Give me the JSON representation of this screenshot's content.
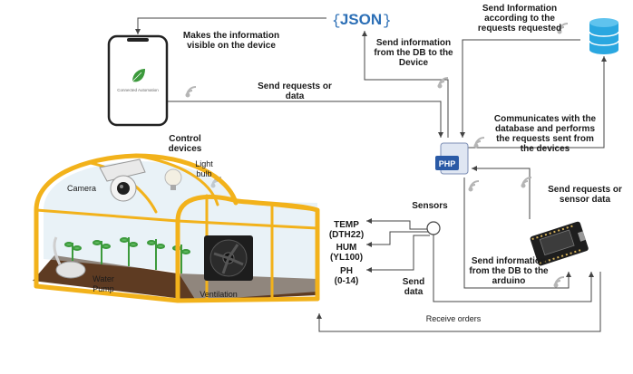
{
  "json_tag": "JSON",
  "phone": {
    "app_name": "Connected Automation"
  },
  "php_label": "PHP",
  "labels": {
    "makes_visible": "Makes the information\nvisible on the device",
    "send_db_device": "Send information\nfrom the DB to the\nDevice",
    "send_according": "Send Information\naccording to the\nrequests requested",
    "send_requests_data": "Send requests or\ndata",
    "communicates": "Communicates with the\ndatabase and performs\nthe requests sent from\nthe devices",
    "control_devices": "Control\ndevices",
    "light_bulb": "Light\nbulb",
    "camera": "Camera",
    "sensors": "Sensors",
    "send_requests_sensor": "Send requests or\nsensor data",
    "temp": "TEMP\n(DTH22)",
    "hum": "HUM\n(YL100)",
    "ph": "PH\n(0-14)",
    "send_data": "Send\ndata",
    "send_db_arduino": "Send information\nfrom the DB to the\narduino",
    "water_pump": "Water\nPump",
    "ventilation": "Ventilation",
    "receive_orders": "Receive orders"
  },
  "colors": {
    "greenhouse_frame": "#f2b21b",
    "soil": "#5e3b22",
    "leaf": "#3c9a3c",
    "db_blue": "#2aa7e0",
    "php_bg": "#2a5aa6",
    "json_blue": "#2c6fb6",
    "line": "#444444"
  }
}
